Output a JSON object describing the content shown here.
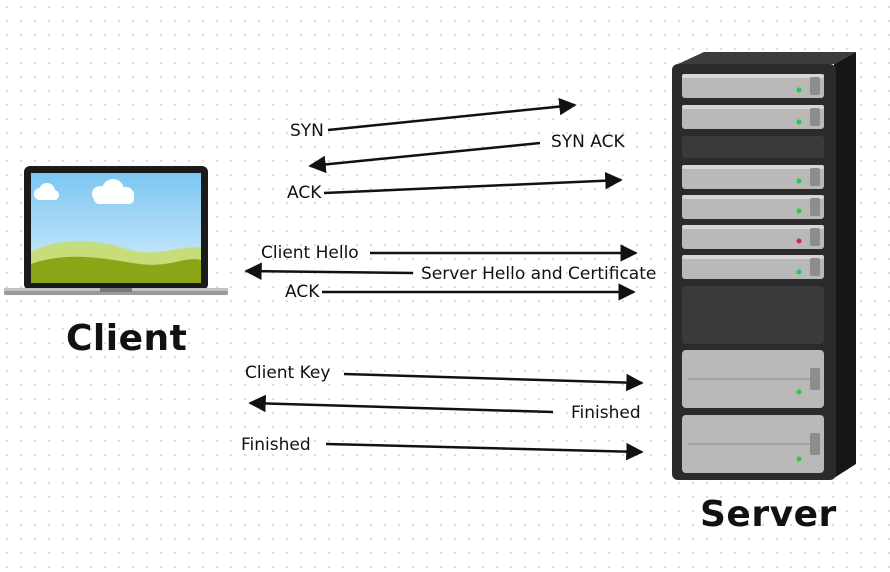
{
  "client": {
    "label": "Client"
  },
  "server": {
    "label": "Server"
  },
  "messages": [
    {
      "label": "SYN",
      "direction": "client-to-server"
    },
    {
      "label": "SYN ACK",
      "direction": "server-to-client"
    },
    {
      "label": "ACK",
      "direction": "client-to-server"
    },
    {
      "label": "Client Hello",
      "direction": "client-to-server"
    },
    {
      "label": "Server Hello and Certificate",
      "direction": "server-to-client"
    },
    {
      "label": "ACK",
      "direction": "client-to-server"
    },
    {
      "label": "Client Key",
      "direction": "client-to-server"
    },
    {
      "label": "Finished",
      "direction": "server-to-client"
    },
    {
      "label": "Finished",
      "direction": "client-to-server"
    }
  ],
  "colors": {
    "arrow": "#111111",
    "laptop_frame": "#1a1a1a",
    "sky": "#8fd0f5",
    "hill_front": "#8aa617",
    "hill_back": "#c7dc7a",
    "rack_body": "#2a2a2a",
    "unit_face": "#b9b9b9",
    "led_on": "#22cc44",
    "led_alert": "#d9233a"
  }
}
